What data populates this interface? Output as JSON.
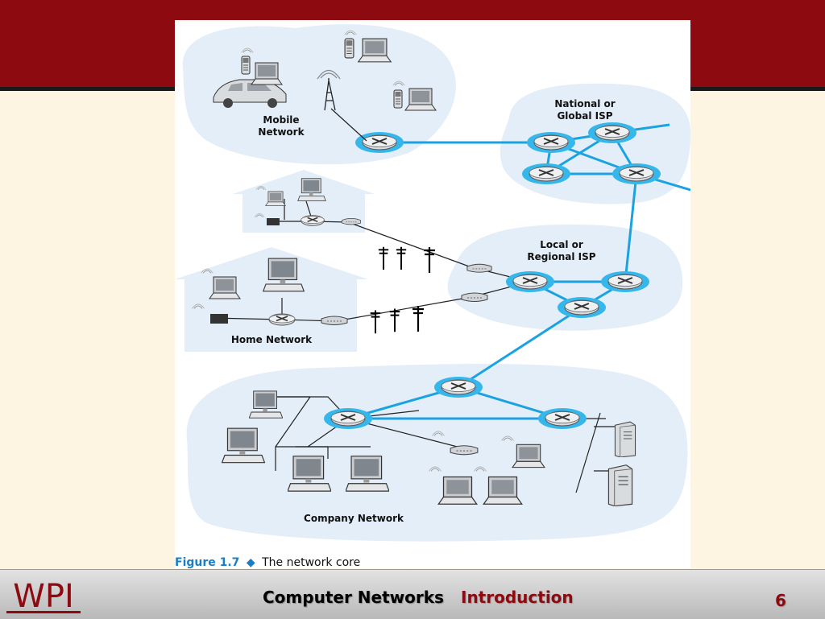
{
  "slide": {
    "figure_caption_label": "Figure 1.7",
    "figure_caption_sep": "◆",
    "figure_caption_text": "The network core"
  },
  "diagram": {
    "labels": {
      "mobile_line1": "Mobile",
      "mobile_line2": "Network",
      "national_line1": "National or",
      "national_line2": "Global ISP",
      "local_line1": "Local or",
      "local_line2": "Regional ISP",
      "home": "Home Network",
      "company": "Company Network"
    }
  },
  "footer": {
    "logo_text": "WPI",
    "title": "Computer Networks",
    "section": "Introduction",
    "page": "6"
  },
  "colors": {
    "header_bar": "#8c0a10",
    "slide_background": "#fdf5e2",
    "link": "#1aa3e0",
    "region_fill": "#e4eef8",
    "router_ring": "#36b7ec"
  },
  "icons": [
    "router-icon",
    "laptop-icon",
    "desktop-icon",
    "cell-phone-icon",
    "car-icon",
    "cell-tower-icon",
    "modem-icon",
    "server-icon",
    "utility-pole-icon",
    "wireless-signal-icon",
    "house-icon"
  ]
}
